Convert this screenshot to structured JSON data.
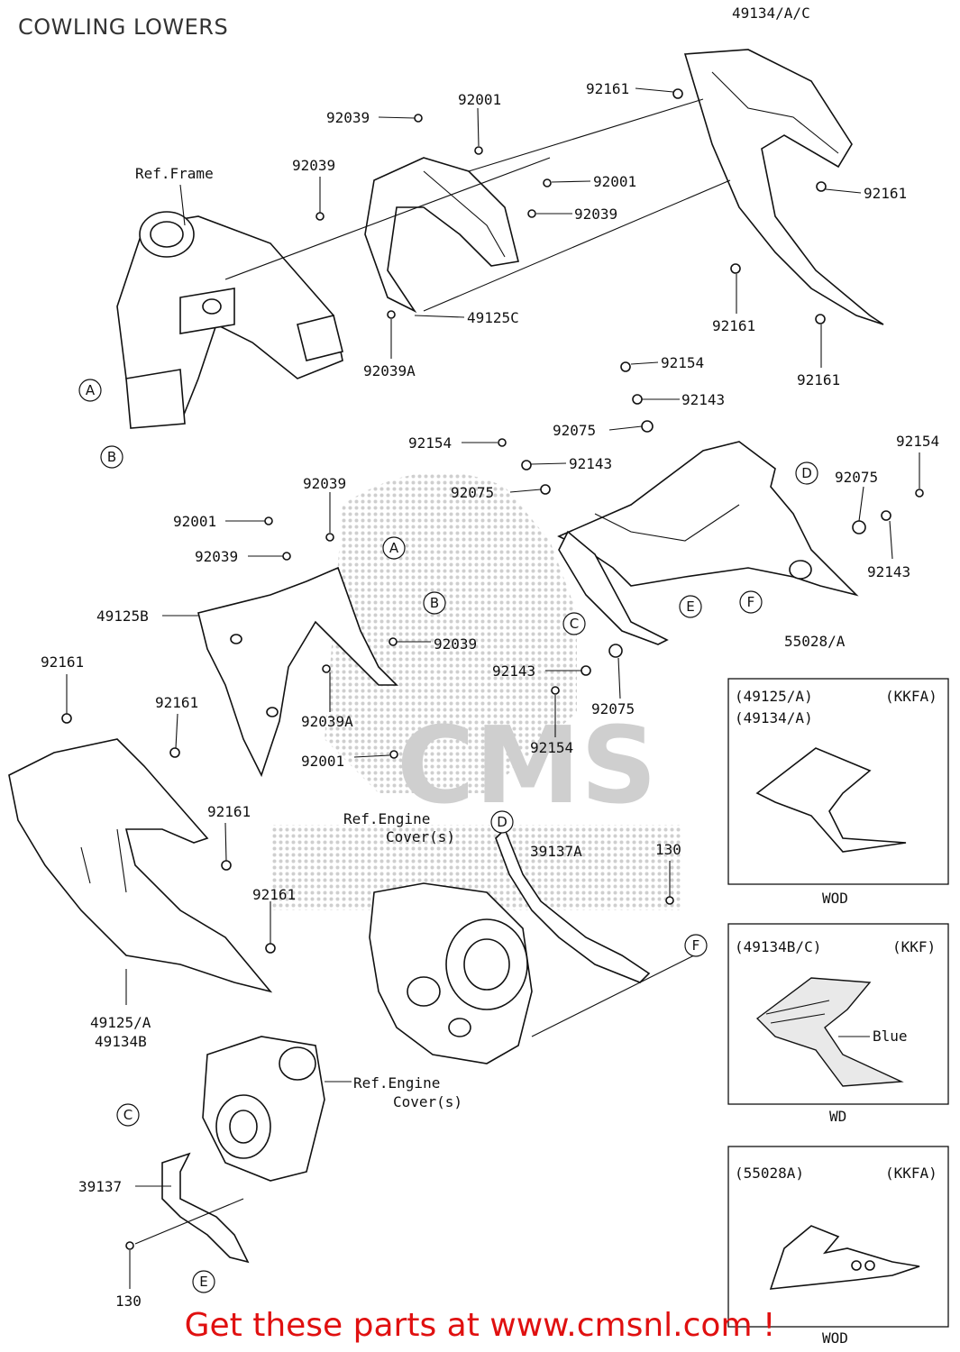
{
  "title": "COWLING LOWERS",
  "promo": "Get these parts at www.cmsnl.com !",
  "watermark": "CMS",
  "colors": {
    "promo": "#e01010",
    "ink": "#111111",
    "watermark": "#9a9a9a"
  },
  "parts": {
    "p_49134_ac": "49134/A/C",
    "p_92161_a": "92161",
    "p_92001_a": "92001",
    "p_92039_a": "92039",
    "ref_frame": "Ref.Frame",
    "p_92039_b": "92039",
    "p_92001_b": "92001",
    "p_92039_c": "92039",
    "p_92161_b": "92161",
    "p_49125c": "49125C",
    "p_92039a_a": "92039A",
    "p_92161_c": "92161",
    "p_92161_d": "92161",
    "p_92154_a": "92154",
    "p_92143_a": "92143",
    "p_92075_a": "92075",
    "p_92154_b": "92154",
    "p_92143_b": "92143",
    "p_92154_c": "92154",
    "p_92039_d": "92039",
    "p_92075_b": "92075",
    "p_92075_c": "92075",
    "p_92001_c": "92001",
    "p_92039_e": "92039",
    "p_92143_c": "92143",
    "p_49125b": "49125B",
    "p_92039_f": "92039",
    "p_55028a": "55028/A",
    "p_92143_d": "92143",
    "p_92075_d": "92075",
    "p_92161_e": "92161",
    "p_92161_f": "92161",
    "p_92039a_b": "92039A",
    "p_92154_d": "92154",
    "p_92001_d": "92001",
    "ref_engine_cover_1": "Ref.Engine",
    "ref_engine_cover_1b": "Cover(s)",
    "p_39137a": "39137A",
    "p_130_a": "130",
    "p_92161_g": "92161",
    "p_92161_h": "92161",
    "p_49125a": "49125/A",
    "p_49134b": "49134B",
    "ref_engine_cover_2": "Ref.Engine",
    "ref_engine_cover_2b": "Cover(s)",
    "p_39137": "39137",
    "p_130_b": "130"
  },
  "callouts": [
    "A",
    "B",
    "D",
    "E",
    "F",
    "C"
  ],
  "variants": [
    {
      "lines": [
        "(49125/A)",
        "(49134/A)"
      ],
      "code": "(KKFA)",
      "color_code": "WOD",
      "color_note": ""
    },
    {
      "lines": [
        "(49134B/C)",
        ""
      ],
      "code": "(KKF)",
      "color_code": "WD",
      "color_note": "Blue"
    },
    {
      "lines": [
        "(55028A)",
        ""
      ],
      "code": "(KKFA)",
      "color_code": "WOD",
      "color_note": ""
    }
  ]
}
